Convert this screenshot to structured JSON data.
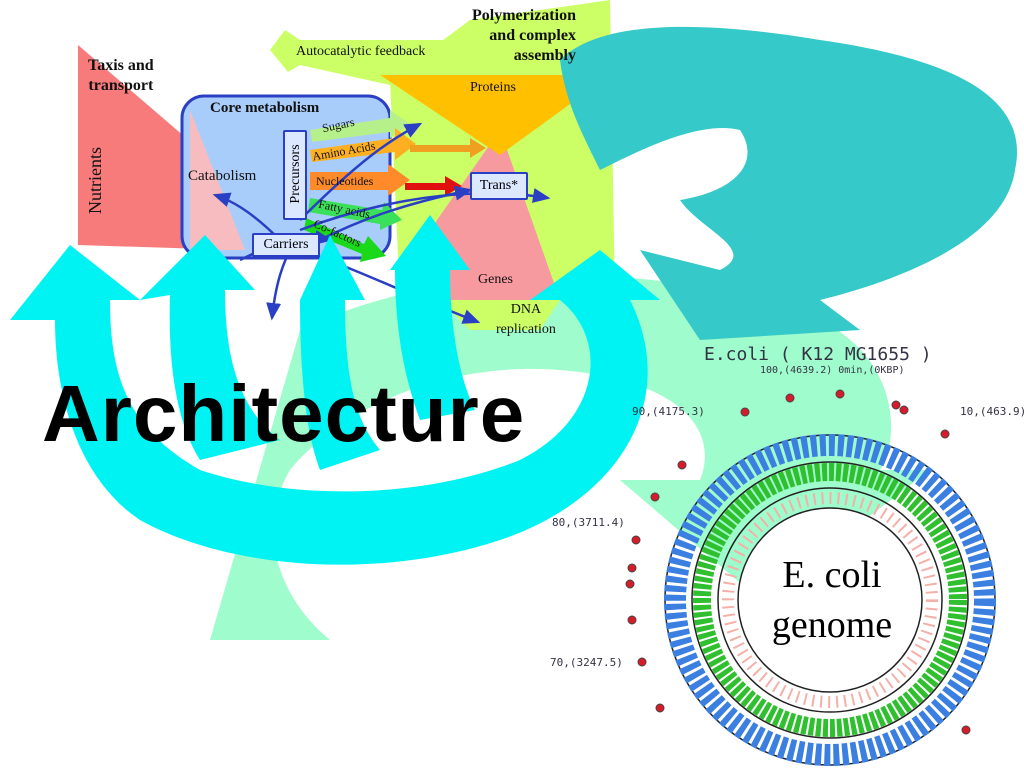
{
  "slide": {
    "title": "Architecture",
    "genome_caption_line1": "E. coli",
    "genome_caption_line2": "genome"
  },
  "diagram": {
    "taxis_label_line1": "Taxis and",
    "taxis_label_line2": "transport",
    "nutrients_label": "Nutrients",
    "core_metabolism_label": "Core metabolism",
    "catabolism_label": "Catabolism",
    "precursors_label": "Precursors",
    "carriers_label": "Carriers",
    "sugars_label": "Sugars",
    "amino_acids_label": "Amino Acids",
    "nucleotides_label": "Nucleotides",
    "fatty_acids_label": "Fatty acids",
    "cofactors_label": "Co-factors",
    "autocatalytic_label": "Autocatalytic feedback",
    "polymerization_line1": "Polymerization",
    "polymerization_line2": "and complex",
    "polymerization_line3": "assembly",
    "proteins_label": "Proteins",
    "trans_label": "Trans*",
    "genes_label": "Genes",
    "dna_line1": "DNA",
    "dna_line2": "replication"
  },
  "genome_map": {
    "title": "E.coli ( K12 MG1655 )",
    "tick_top": "100,(4639.2) 0min,(0KBP)",
    "tick_right": "10,(463.9)",
    "tick_90": "90,(4175.3)",
    "tick_80": "80,(3711.4)",
    "tick_70": "70,(3247.5)"
  },
  "colors": {
    "cyan_arrows": "#00f3f3",
    "teal_blob": "#36c9c9",
    "mint_arrow": "#9ffccc",
    "lime_arrow": "#ccff66",
    "nutrient_red": "#f77b7b",
    "core_box_border": "#2a3fc4",
    "proteins_yellow": "#ffc000",
    "genome_blue": "#3b7fe0",
    "genome_green": "#2fbf2f"
  }
}
